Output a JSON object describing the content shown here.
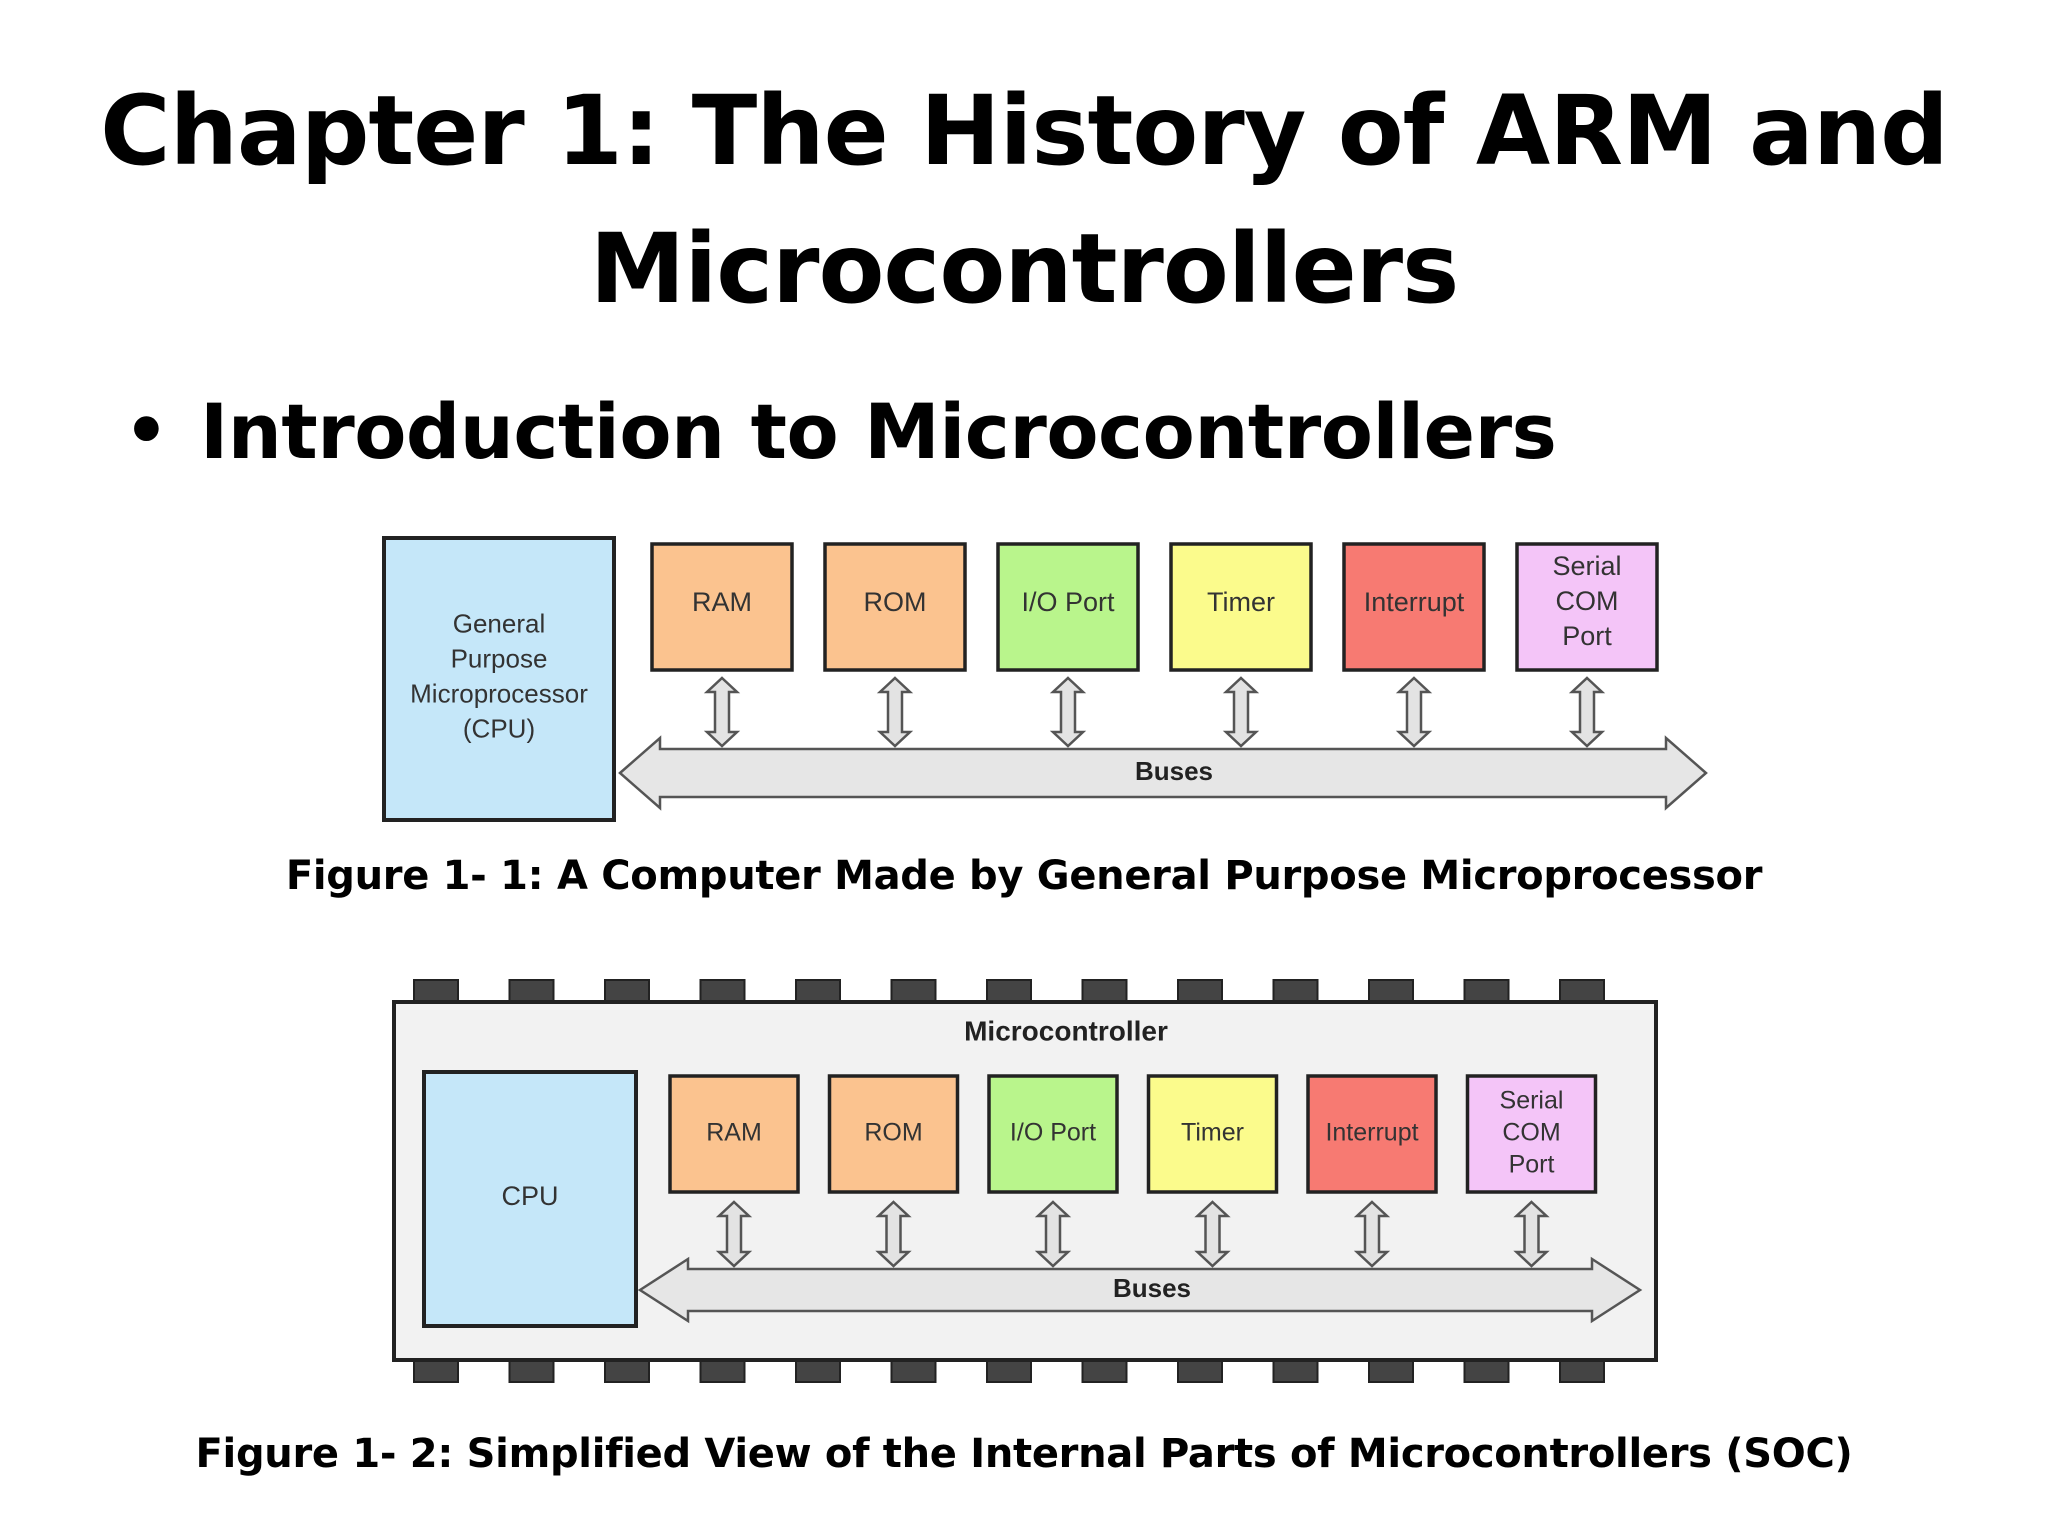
{
  "slide": {
    "title_line1": "Chapter 1: The History of ARM and",
    "title_line2": "Microcontrollers",
    "bullet": "Introduction to Microcontrollers"
  },
  "figure1": {
    "cpu_lines": [
      "General",
      "Purpose",
      "Microprocessor",
      "(CPU)"
    ],
    "blocks": [
      {
        "lines": [
          "RAM"
        ],
        "color": "#FBC38F"
      },
      {
        "lines": [
          "ROM"
        ],
        "color": "#FBC38F"
      },
      {
        "lines": [
          "I/O Port"
        ],
        "color": "#B9F58C"
      },
      {
        "lines": [
          "Timer"
        ],
        "color": "#FBFB8C"
      },
      {
        "lines": [
          "Interrupt"
        ],
        "color": "#F77A72"
      },
      {
        "lines": [
          "Serial",
          "COM",
          "Port"
        ],
        "color": "#F4C5F8"
      }
    ],
    "bus_label": "Buses",
    "caption": "Figure 1- 1: A Computer Made by General Purpose Microprocessor"
  },
  "figure2": {
    "chip_label": "Microcontroller",
    "cpu_lines": [
      "CPU"
    ],
    "blocks": [
      {
        "lines": [
          "RAM"
        ],
        "color": "#FBC38F"
      },
      {
        "lines": [
          "ROM"
        ],
        "color": "#FBC38F"
      },
      {
        "lines": [
          "I/O Port"
        ],
        "color": "#B9F58C"
      },
      {
        "lines": [
          "Timer"
        ],
        "color": "#FBFB8C"
      },
      {
        "lines": [
          "Interrupt"
        ],
        "color": "#F77A72"
      },
      {
        "lines": [
          "Serial",
          "COM",
          "Port"
        ],
        "color": "#F4C5F8"
      }
    ],
    "bus_label": "Buses",
    "caption": "Figure 1- 2: Simplified View of the Internal Parts of Microcontrollers (SOC)"
  },
  "colors": {
    "cpu_fill": "#C5E7F9",
    "bus_fill": "#E6E6E6",
    "chip_fill": "#F2F2F2",
    "pin_fill": "#444444",
    "outline": "#222222"
  }
}
